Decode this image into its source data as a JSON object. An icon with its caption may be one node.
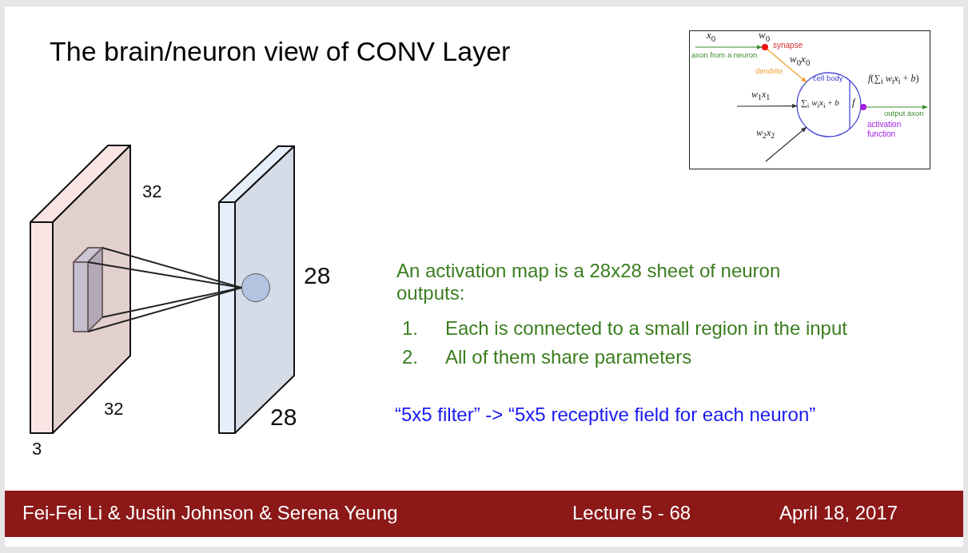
{
  "diagram": {
    "title": "The brain/neuron view of CONV Layer",
    "nodes": [
      {
        "text": [],
        "shape": "box"
      },
      {
        "text": [],
        "shape": "box",
        "in": 0
      },
      {
        "text": [],
        "shape": "box"
      },
      {
        "text": [],
        "shape": "circle",
        "in": 2
      },
      {
        "text": [],
        "shape": "circle",
        "beside": [
          "synapse"
        ]
      },
      {
        "text": [
          "cell body",
          "∑$_{i}$ *w*$_{i}$*x*$_{i}$ + *b*",
          "f"
        ]
      },
      {
        "text": [],
        "shape": "circle",
        "beside": [
          "activation function"
        ]
      }
    ],
    "edges": [
      {
        "from": 1,
        "to": 3,
        "arrow": "none"
      },
      {
        "from": 1,
        "to": 3,
        "arrow": "none"
      },
      {
        "from": 1,
        "to": 3,
        "arrow": "none"
      },
      {
        "from": 1,
        "to": 3,
        "arrow": "none"
      },
      {
        "from": null,
        "to": 4,
        "arrow": "to",
        "label": "axon from a neuron",
        "color": "#3d8b2f"
      },
      {
        "from": 4,
        "to": 5,
        "arrow": "to",
        "label": "dendrite",
        "color": "#f0a030"
      },
      {
        "from": null,
        "to": 5,
        "arrow": "to",
        "label": "*w*$_{1}$*x*$_{1}$"
      },
      {
        "from": null,
        "to": 5,
        "arrow": "to",
        "label": "*w*$_{2}$*x*$_{2}$"
      },
      {
        "from": 6,
        "to": null,
        "arrow": "to",
        "label": "output axon",
        "color": "#3d8b2f"
      }
    ],
    "labels": [
      "*x*$_{0}$",
      "*w*$_{0}$",
      "*w*$_{0}$*x*$_{0}$",
      "*f*(∑$_{i}$ *w*$_{i}$*x*$_{i}$ + *b*)",
      "32",
      "28",
      "An activation map is a 28x28 sheet of neuron outputs:",
      "1.",
      "Each is connected to a small region in the input",
      "2.",
      "All of them share parameters",
      "32",
      "28",
      "3",
      "“5x5 filter” -> “5x5 receptive field for each neuron”",
      "Fei-Fei Li & Justin Johnson & Serena Yeung",
      "Lecture 5 - 68",
      "April 18, 2017"
    ]
  }
}
